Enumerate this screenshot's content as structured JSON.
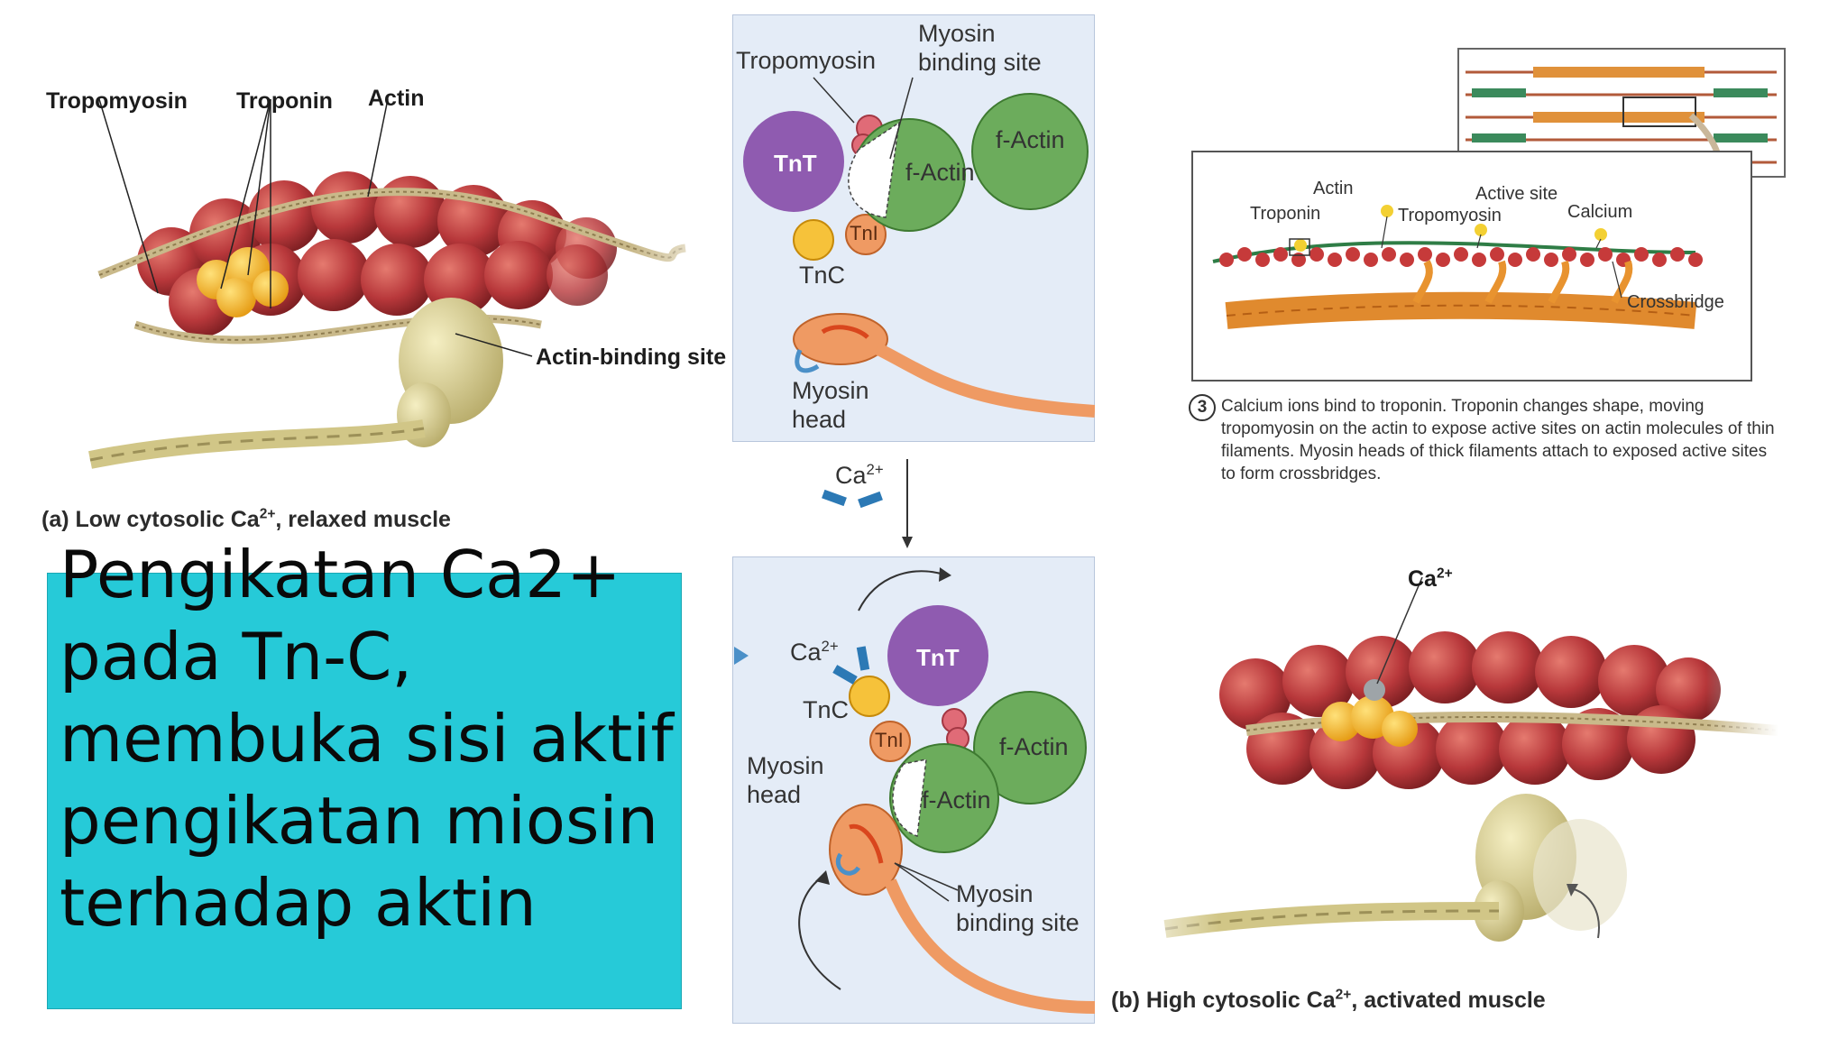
{
  "panel_a": {
    "label_tropomyosin": "Tropomyosin",
    "label_troponin": "Troponin",
    "label_actin": "Actin",
    "label_actin_binding_site": "Actin-binding site",
    "caption_prefix": "(a) Low cytosolic Ca",
    "caption_sup": "2+",
    "caption_suffix": ", relaxed muscle"
  },
  "callout": {
    "text": "Pengikatan Ca2+ pada Tn-C, membuka sisi aktif pengikatan miosin terhadap aktin"
  },
  "center_top": {
    "label_tropomyosin": "Tropomyosin",
    "label_myosin_binding_line1": "Myosin",
    "label_myosin_binding_line2": "binding site",
    "label_tnt": "TnT",
    "label_tni": "TnI",
    "label_tnc": "TnC",
    "label_f_actin_1": "f-Actin",
    "label_f_actin_2": "f-Actin",
    "label_myosin_head_line1": "Myosin",
    "label_myosin_head_line2": "head"
  },
  "center_arrow": {
    "label_ca": "Ca",
    "label_ca_sup": "2+"
  },
  "center_bottom": {
    "label_ca": "Ca",
    "label_ca_sup": "2+",
    "label_tnt": "TnT",
    "label_tni": "TnI",
    "label_tnc": "TnC",
    "label_f_actin_1": "f-Actin",
    "label_f_actin_2": "f-Actin",
    "label_myosin_head_line1": "Myosin",
    "label_myosin_head_line2": "head",
    "label_myosin_binding_line1": "Myosin",
    "label_myosin_binding_line2": "binding site"
  },
  "right_top": {
    "label_actin": "Actin",
    "label_troponin": "Troponin",
    "label_tropomyosin": "Tropomyosin",
    "label_active_site": "Active site",
    "label_calcium": "Calcium",
    "label_crossbridge": "Crossbridge",
    "step_number": "3",
    "caption": "Calcium ions bind to troponin. Troponin changes shape, moving tropomyosin on the actin to expose active sites on actin molecules of thin filaments. Myosin heads of thick filaments attach to exposed active sites to form crossbridges."
  },
  "panel_b": {
    "label_ca": "Ca",
    "label_ca_sup": "2+",
    "caption_prefix": "(b) High cytosolic Ca",
    "caption_sup": "2+",
    "caption_suffix": ", activated muscle"
  },
  "colors": {
    "actin_red": "#b8383b",
    "troponin_gold": "#f2b62e",
    "myosin_cream": "#d8cf8f",
    "tnt_purple": "#8f5bb0",
    "f_actin_green": "#6cac5c",
    "myosin_head_orange": "#ef9a63",
    "panel_blue": "#e4ecf7",
    "callout_teal": "#26cad8"
  }
}
